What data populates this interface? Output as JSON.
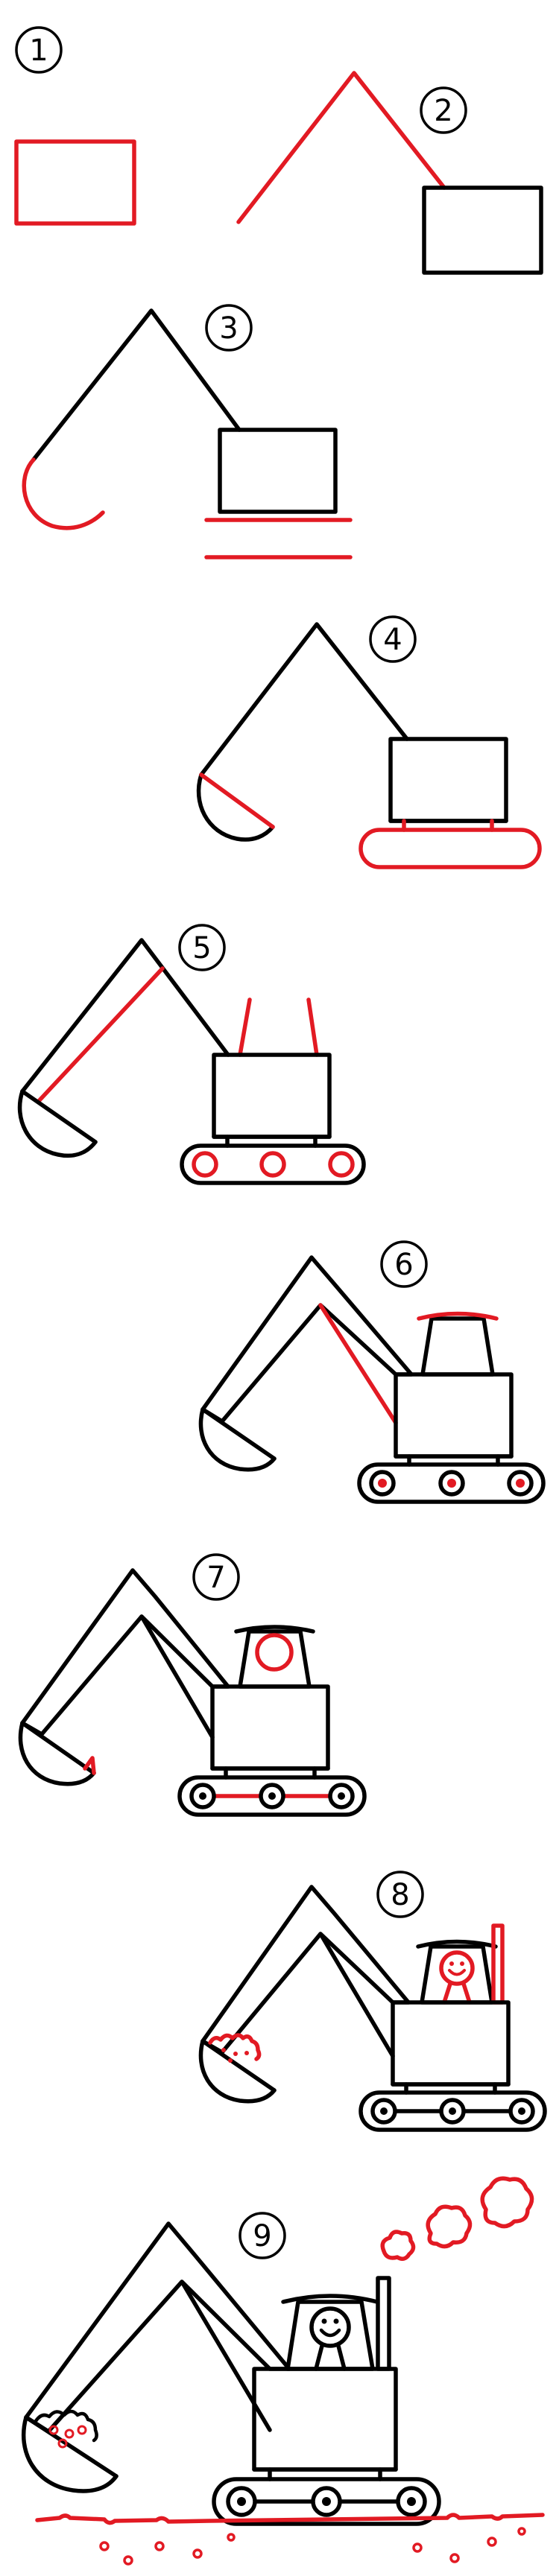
{
  "steps": [
    {
      "number": "1"
    },
    {
      "number": "2"
    },
    {
      "number": "3"
    },
    {
      "number": "4"
    },
    {
      "number": "5"
    },
    {
      "number": "6"
    },
    {
      "number": "7"
    },
    {
      "number": "8"
    },
    {
      "number": "9"
    }
  ],
  "colors": {
    "line": "#000000",
    "new_step_line": "#e21a23",
    "background": "#ffffff"
  }
}
